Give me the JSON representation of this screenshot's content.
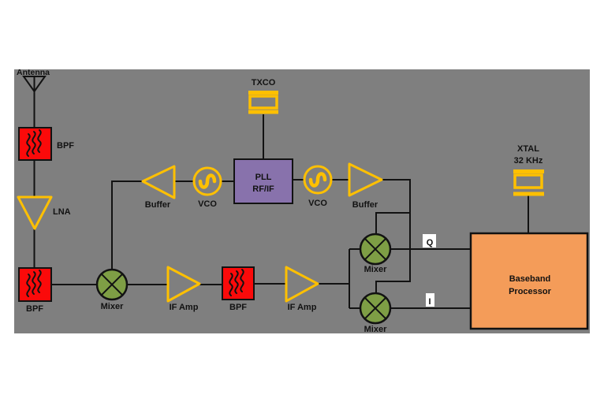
{
  "diagram": {
    "kind": "rf-transceiver-block-diagram",
    "colors": {
      "panel_gray": "#7F7F7F",
      "filter_red": "#FB0A0A",
      "component_yellow": "#FFC000",
      "mixer_green": "#7E9E45",
      "pll_purple": "#8872AC",
      "baseband_orange": "#F49C59",
      "wire_black": "#121212"
    },
    "labels": {
      "antenna": "Antenna",
      "bpf_top": "BPF",
      "lna": "LNA",
      "bpf_left": "BPF",
      "mixer_rf": "Mixer",
      "if_amp_1": "IF Amp",
      "bpf_if": "BPF",
      "if_amp_2": "IF Amp",
      "buffer_left": "Buffer",
      "vco_left": "VCO",
      "pll_line1": "PLL",
      "pll_line2": "RF/IF",
      "txco": "TXCO",
      "vco_right": "VCO",
      "buffer_right": "Buffer",
      "mixer_q": "Mixer",
      "mixer_i": "Mixer",
      "q_port": "Q",
      "i_port": "I",
      "xtal_line1": "XTAL",
      "xtal_line2": "32 KHz",
      "baseband_line1": "Baseband",
      "baseband_line2": "Processor"
    }
  }
}
